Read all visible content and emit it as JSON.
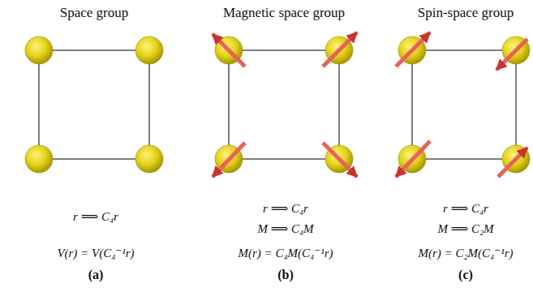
{
  "diagram": {
    "labels": [
      "Space group",
      "r ⟹ C₄r",
      "V(r) = V(C₄⁻¹r)",
      "(a)",
      "Magnetic space group",
      "r ⟹ C₄r",
      "M ⟹ C₄M",
      "M(r) = C₄M(C₄⁻¹r)",
      "(b)",
      "Spin-space group",
      "r ⟹ C₄r",
      "M ⟹ C₂M",
      "M(r) = C₂M(C₄⁻¹r)",
      "(c)"
    ]
  }
}
